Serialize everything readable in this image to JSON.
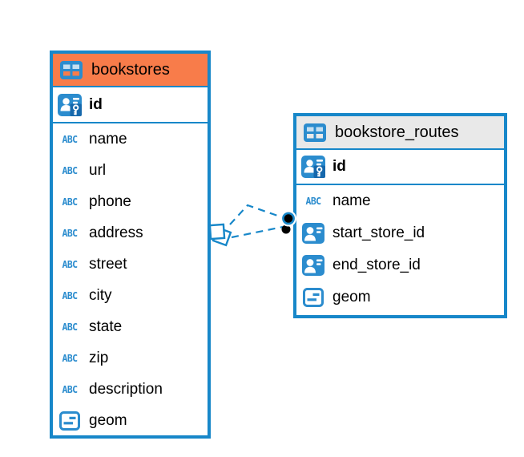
{
  "diagram": {
    "colors": {
      "accent_blue": "#1787C9",
      "icon_blue": "#2B8CCE",
      "table1_header_bg": "#F87C4A",
      "table2_header_bg": "#E9E9E9",
      "text": "#000000",
      "relationship_line": "#1787C9",
      "relationship_dot": "#000000"
    },
    "icon_labels": {
      "abc": "ABC"
    },
    "tables": [
      {
        "name": "bookstores",
        "header_bg": "#F87C4A",
        "primary_key": [
          {
            "name": "id",
            "icon": "person-key"
          }
        ],
        "columns": [
          {
            "name": "name",
            "icon": "abc"
          },
          {
            "name": "url",
            "icon": "abc"
          },
          {
            "name": "phone",
            "icon": "abc"
          },
          {
            "name": "address",
            "icon": "abc"
          },
          {
            "name": "street",
            "icon": "abc"
          },
          {
            "name": "city",
            "icon": "abc"
          },
          {
            "name": "state",
            "icon": "abc"
          },
          {
            "name": "zip",
            "icon": "abc"
          },
          {
            "name": "description",
            "icon": "abc"
          },
          {
            "name": "geom",
            "icon": "geometry"
          }
        ]
      },
      {
        "name": "bookstore_routes",
        "header_bg": "#E9E9E9",
        "primary_key": [
          {
            "name": "id",
            "icon": "person-key"
          }
        ],
        "columns": [
          {
            "name": "name",
            "icon": "abc"
          },
          {
            "name": "start_store_id",
            "icon": "person-ref"
          },
          {
            "name": "end_store_id",
            "icon": "person-ref"
          },
          {
            "name": "geom",
            "icon": "geometry"
          }
        ]
      }
    ],
    "relationships": [
      {
        "from": "bookstores",
        "to": "bookstore_routes",
        "style": "dashed"
      },
      {
        "from": "bookstores",
        "to": "bookstore_routes",
        "style": "dashed"
      }
    ]
  }
}
